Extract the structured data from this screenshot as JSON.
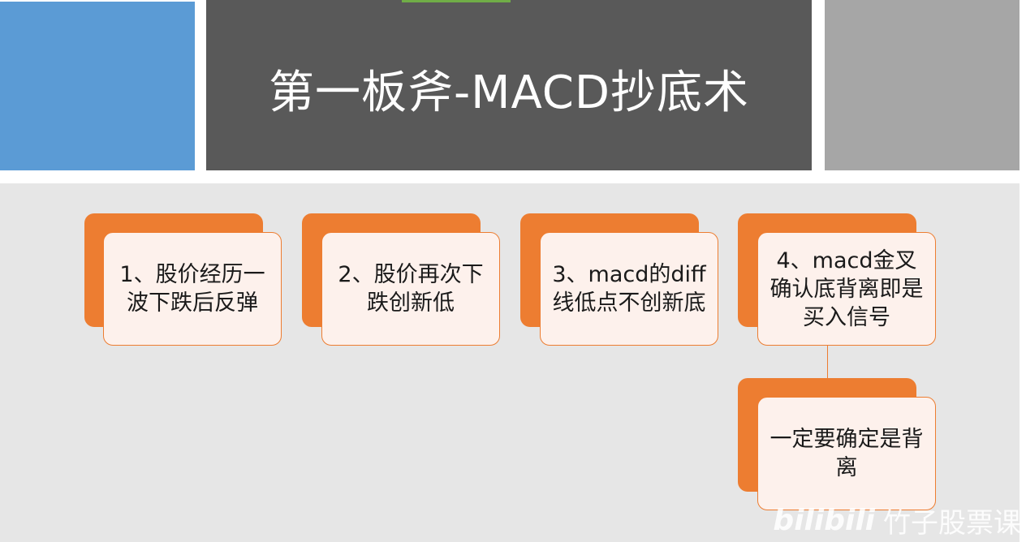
{
  "slide": {
    "title": "第一板斧-MACD抄底术"
  },
  "colors": {
    "blue_block": "#5b9bd5",
    "title_bg": "#595959",
    "gray_block": "#a6a6a6",
    "green_accent": "#70ad47",
    "content_bg": "#e6e6e6",
    "card_orange": "#ed7d31",
    "card_fill": "#fdf1ec",
    "card_border": "#ed7d31"
  },
  "steps": [
    {
      "label": "1、股价经历一波下跌后反弹"
    },
    {
      "label": "2、股价再次下跌创新低"
    },
    {
      "label": "3、macd的diff线低点不创新底"
    },
    {
      "label": "4、macd金叉确认底背离即是买入信号"
    }
  ],
  "sub_step": {
    "label": "一定要确定是背离"
  },
  "watermark": {
    "logo": "bilibili",
    "text": "竹子股票课"
  }
}
